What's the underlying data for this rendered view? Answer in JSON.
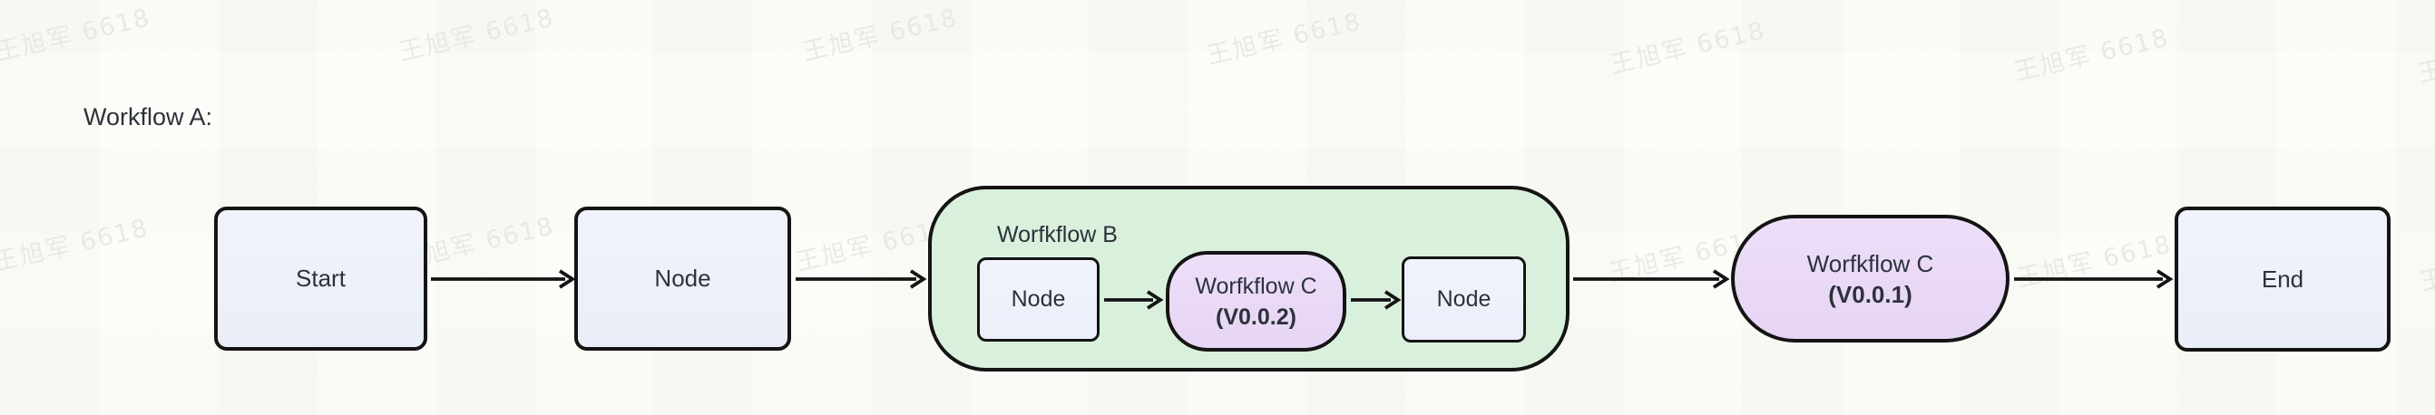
{
  "title": "Workflow A:",
  "watermark": {
    "text": "王旭军 6618"
  },
  "diagram": {
    "group_b": {
      "label": "Worfkflow B"
    },
    "nodes": {
      "start": {
        "label": "Start"
      },
      "node": {
        "label": "Node"
      },
      "inner_node_1": {
        "label": "Node"
      },
      "subflow_c_v002": {
        "title": "Worfkflow C",
        "version": "(V0.0.2)"
      },
      "inner_node_2": {
        "label": "Node"
      },
      "subflow_c_v001": {
        "title": "Worfkflow C",
        "version": "(V0.0.1)"
      },
      "end": {
        "label": "End"
      }
    }
  },
  "colors": {
    "node-fill": "#edf1fa",
    "group-fill": "#d9f0dd",
    "subflow-fill": "#e9d9f6",
    "stroke": "#141414",
    "text": "#2d323a",
    "background": "#fbfbf7",
    "watermark": "#e8e8e4"
  }
}
